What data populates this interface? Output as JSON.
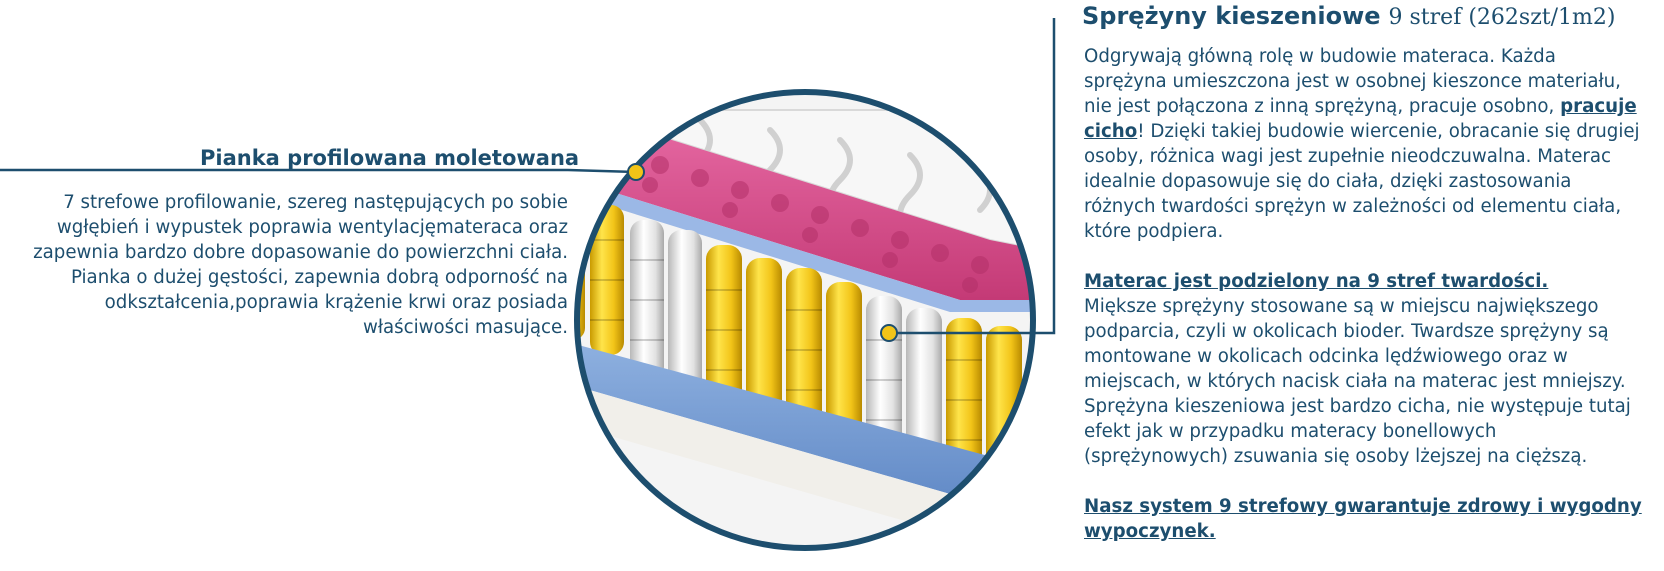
{
  "left": {
    "heading": "Pianka profilowana moletowana",
    "lines": [
      "7 strefowe profilowanie, szereg następujących po sobie",
      "wgłębień i wypustek poprawia wentylacjęmateraca oraz",
      "zapewnia bardzo dobre dopasowanie do powierzchni ciała.",
      "Pianka o dużej gęstości, zapewnia dobrą odporność na",
      "odkształcenia,poprawia krążenie krwi oraz posiada",
      "właściwości masujące."
    ]
  },
  "right": {
    "heading": "Sprężyny kieszeniowe",
    "subheading": "9 stref (262szt/1m2)",
    "p1_lines": [
      "Odgrywają główną rolę w budowie materaca. Każda",
      "sprężyna umieszczona jest w osobnej kieszonce materiału,"
    ],
    "p1_line3_before": "nie jest połączona z inną sprężyną, pracuje osobno, ",
    "p1_link_a": "pracuje",
    "p1_link_b": "cicho",
    "p1_line4_after": "! Dzięki takiej budowie wiercenie, obracanie się drugiej",
    "p1_rest": [
      "osoby, różnica wagi jest zupełnie nieodczuwalna. Materac",
      "idealnie dopasowuje się do ciała, dzięki zastosowania",
      "różnych twardości sprężyn w zależności od elementu ciała,",
      "które podpiera."
    ],
    "p2_heading": "Materac jest podzielony na 9 stref twardości.",
    "p2_lines": [
      "Miększe sprężyny stosowane są w miejscu największego",
      "podparcia, czyli w okolicach bioder. Twardsze sprężyny są",
      "montowane w okolicach odcinka lędźwiowego oraz w",
      "miejscach, w których nacisk ciała na materac jest mniejszy.",
      "Sprężyna kieszeniowa jest bardzo cicha, nie występuje tutaj",
      "efekt jak w przypadku materacy bonellowych",
      "(sprężynowych) zsuwania się osoby lżejszej na cięższą."
    ],
    "p3_lines": [
      "Nasz system 9 strefowy gwarantuje zdrowy i wygodny",
      "wypoczynek."
    ]
  },
  "colors": {
    "text": "#1d4e6e",
    "callout_dot": "#f2c418",
    "foam": "#d54c87",
    "spring_yellow": "#f2cd1e",
    "spring_white": "#ededed",
    "base_blue": "#7a9fd1"
  }
}
